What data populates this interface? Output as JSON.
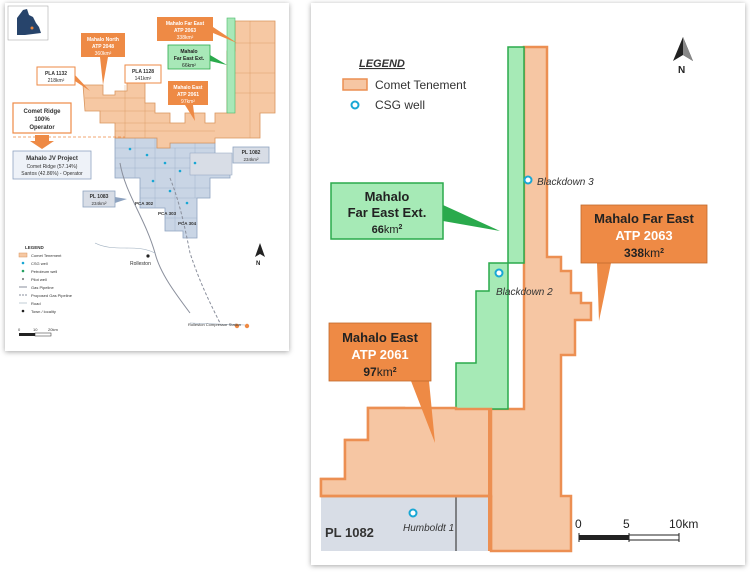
{
  "overview": {
    "comet_ridge": {
      "line1": "Comet Ridge",
      "line2": "100%",
      "line3": "Operator"
    },
    "mahalo_jv": {
      "title": "Mahalo JV Project",
      "line1": "Comet Ridge (57.14%)",
      "line2": "Santos (42.86%) - Operator"
    },
    "callouts": [
      {
        "name": "Mahalo North",
        "atp": "ATP 2048",
        "area": "360km²"
      },
      {
        "name": "PLA 1132",
        "area": "218km²"
      },
      {
        "name": "PLA 1128",
        "area": "141km²"
      },
      {
        "name": "Mahalo East",
        "atp": "ATP 2061",
        "area": "97km²"
      },
      {
        "name": "Mahalo Far East",
        "atp": "ATP 2063",
        "area": "338km²"
      },
      {
        "name": "Mahalo",
        "name2": "Far East Ext.",
        "area": "66km²"
      },
      {
        "name": "PL 1082",
        "area": "234km²"
      },
      {
        "name": "PL 1083",
        "area": "234km²"
      }
    ],
    "pca_labels": [
      "PCA 302",
      "PCA 303",
      "PCA 304"
    ],
    "places": {
      "rolleston": "Rolleston",
      "compressor": "Rolleston Compressor Station"
    },
    "legend": {
      "title": "LEGEND",
      "items": [
        "Comet Tenement",
        "CSG well",
        "Petroleum well",
        "Pilot well",
        "Gas Pipeline",
        "Proposed Gas Pipeline",
        "Road",
        "Town / locality"
      ]
    },
    "scale": {
      "ticks": [
        "0",
        "10",
        "20km"
      ]
    },
    "north": "N",
    "colors": {
      "tenement": "#f6c8a3",
      "tenement_border": "#d9955e",
      "jv": "#c9d5e5",
      "callout": "#ee8a45",
      "green": "#a8e8b8"
    }
  },
  "detail": {
    "legend": {
      "title": "LEGEND",
      "tenement": "Comet Tenement",
      "well": "CSG well"
    },
    "wells": [
      "Blackdown 3",
      "Blackdown 2",
      "Humboldt 1"
    ],
    "callouts": {
      "far_east_ext": {
        "line1": "Mahalo",
        "line2": "Far East Ext.",
        "area_num": "66",
        "area_unit": "km",
        "area_exp": "2"
      },
      "far_east": {
        "name": "Mahalo Far East",
        "atp": "ATP 2063",
        "area_num": "338",
        "area_unit": "km",
        "area_exp": "2"
      },
      "east": {
        "name": "Mahalo East",
        "atp": "ATP 2061",
        "area_num": "97",
        "area_unit": "km",
        "area_exp": "2"
      }
    },
    "pl_label": "PL 1082",
    "scale": {
      "ticks": [
        "0",
        "5",
        "10km"
      ]
    },
    "north": "N",
    "colors": {
      "tenement": "#f6c6a3",
      "tenement_border": "#ec8f52",
      "callout": "#ee8a45",
      "green": "#a6eab6",
      "green_border": "#2aaa4c",
      "pl": "#d8dde6",
      "well": "#19a7d4"
    }
  }
}
